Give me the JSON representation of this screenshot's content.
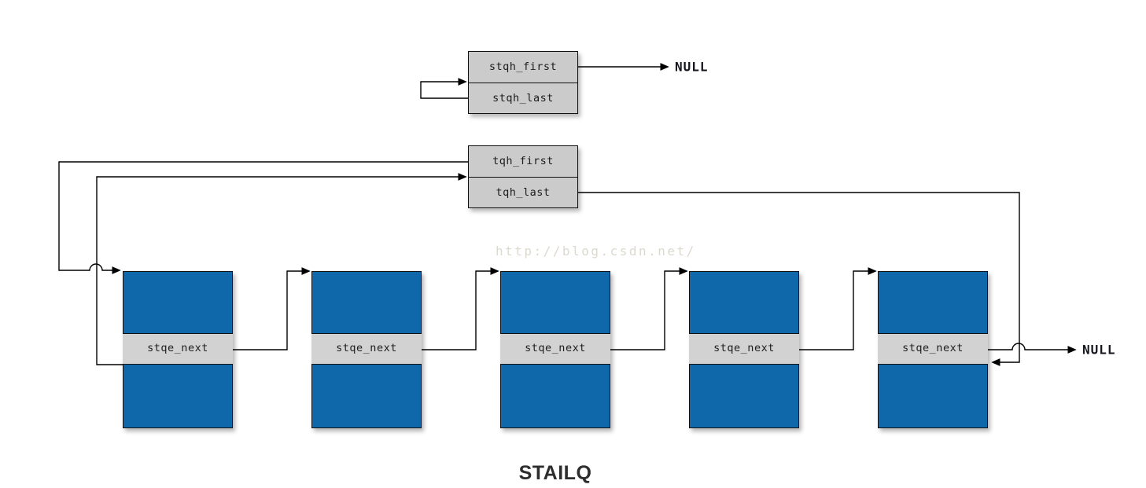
{
  "diagram": {
    "title": "STAILQ",
    "watermark": "http://blog.csdn.net/",
    "empty_head": {
      "rows": [
        {
          "label": "stqh_first"
        },
        {
          "label": "stqh_last"
        }
      ],
      "null_label": "NULL"
    },
    "list_head": {
      "rows": [
        {
          "label": "tqh_first"
        },
        {
          "label": "tqh_last"
        }
      ]
    },
    "nodes": [
      {
        "label": "stqe_next"
      },
      {
        "label": "stqe_next"
      },
      {
        "label": "stqe_next"
      },
      {
        "label": "stqe_next"
      },
      {
        "label": "stqe_next"
      }
    ],
    "tail_null_label": "NULL",
    "colors": {
      "node_fill": "#0f68a9",
      "pointer_cell_fill": "#d2d2d2",
      "head_fill": "#cbcbcb",
      "line": "#000000",
      "null_text": "#15151f",
      "title_text": "#2d2d2d",
      "watermark_text": "#dcd9ce"
    }
  }
}
